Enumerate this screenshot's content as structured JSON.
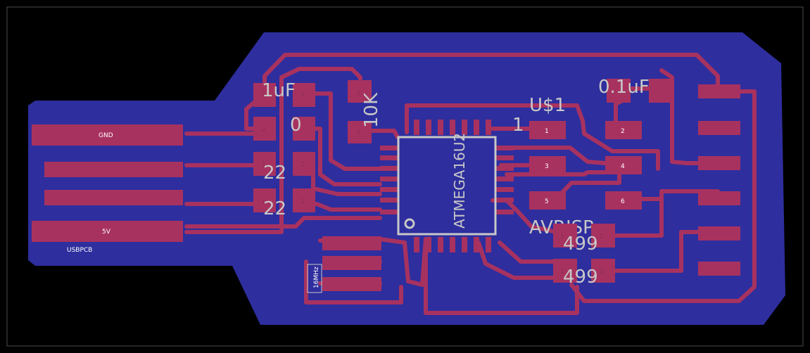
{
  "board": {
    "usb_label": "USBPCB",
    "gnd_label": "GND",
    "vcc_label": "5V",
    "crystal_label": "16MHz",
    "chip_label": "ATMEGA16U2",
    "header_name": "U$1",
    "header_pin1_mark": "1",
    "header_value": "AVRISP"
  },
  "components": {
    "c1": "1uF",
    "r0": "0",
    "r10k": "10K",
    "r22a": "22",
    "r22b": "22",
    "c2": "0.1uF",
    "r499a": "499",
    "r499b": "499"
  },
  "pins": {
    "one": "1",
    "two": "2",
    "three": "3",
    "four": "4",
    "five": "5",
    "six": "6"
  },
  "colors": {
    "background": "#000000",
    "copper_fill": "#2e2e9e",
    "trace": "#a8325f",
    "pad": "#a8325f",
    "silkscreen": "#c8c8c8",
    "outline": "#4a4a4a"
  }
}
